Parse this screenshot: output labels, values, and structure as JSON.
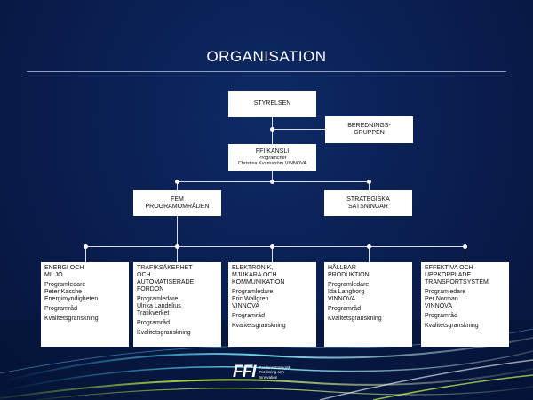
{
  "title": "ORGANISATION",
  "top": {
    "styrelsen": "STYRELSEN",
    "beredning": [
      "BEREDNINGS-",
      "GRUPPEN"
    ],
    "kansli_title": "FFI KANSLI",
    "kansli_role": "Programchef",
    "kansli_person": "Christina Kvarnström VINNOVA",
    "fem": [
      "FEM",
      "PROGRAMOMRÅDEN"
    ],
    "strategiska": [
      "STRATEGISKA",
      "SATSNINGAR"
    ]
  },
  "areas": [
    {
      "heading": [
        "ENERGI OCH",
        "MILJÖ"
      ],
      "leader": [
        "Programledare",
        "Peter Kasche",
        "Energimyndigheten"
      ],
      "council": "Programråd",
      "review": "Kvalitetsgranskning"
    },
    {
      "heading": [
        "TRAFIKSÄKERHET",
        "OCH",
        "AUTOMATISERADE",
        "FORDON"
      ],
      "leader": [
        "Programledare",
        "Ulrika Landelius",
        "Trafikverket"
      ],
      "council": "Programråd",
      "review": "Kvalitetsgranskning"
    },
    {
      "heading": [
        "ELEKTRONIK,",
        "MJUKARA OCH",
        "KOMMUNIKATION"
      ],
      "leader": [
        "Programledare",
        "Eric Wallgren",
        "VINNOVA"
      ],
      "council": "Programråd",
      "review": "Kvalitetsgranskning"
    },
    {
      "heading": [
        "HÅLLBAR",
        "PRODUKTION"
      ],
      "leader": [
        "Programledare",
        "Ida Langborg",
        "VINNOVA"
      ],
      "council": "Programråd",
      "review": "Kvalitetsgranskning"
    },
    {
      "heading": [
        "EFFEKTIVA OCH",
        "UPPKOPPLADE",
        "TRANSPORTSYSTEM"
      ],
      "leader": [
        "Programledare",
        "Per Norman",
        "VINNOVA"
      ],
      "council": "Programråd",
      "review": "Kvalitetsgranskning"
    }
  ],
  "logo": {
    "mark": "FFI",
    "lines": [
      "Fordonsstrategisk",
      "Forskning och",
      "Innovation"
    ]
  },
  "colors": {
    "background": "#0a1f52",
    "box": "#ffffff",
    "connector": "#d8dde8"
  }
}
